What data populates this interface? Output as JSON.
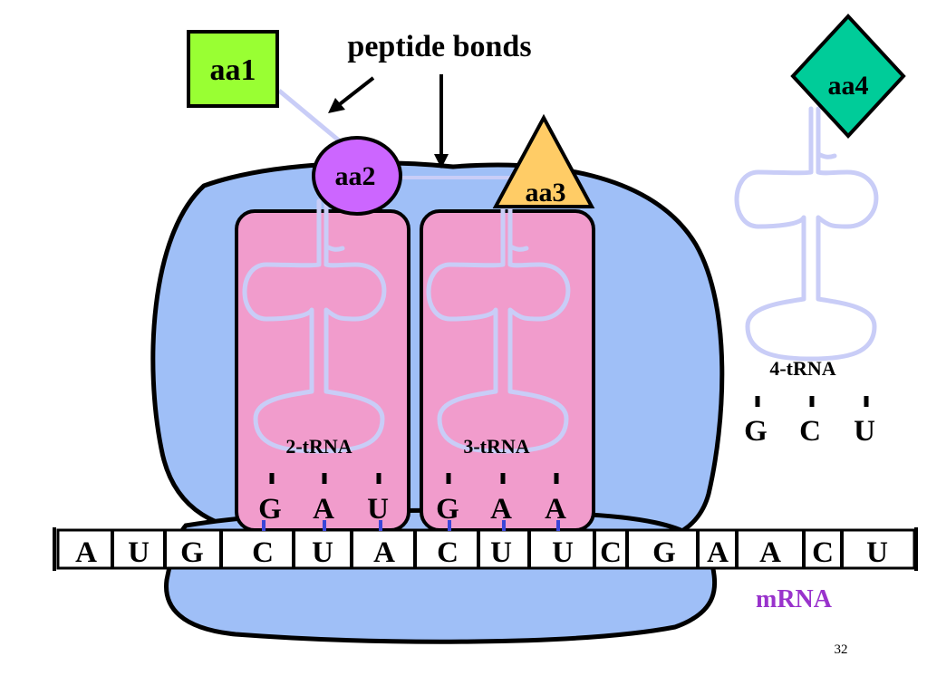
{
  "amino_acids": {
    "aa1": "aa1",
    "aa2": "aa2",
    "aa3": "aa3",
    "aa4": "aa4"
  },
  "title_label": "peptide bonds",
  "trna": {
    "t2": {
      "label": "2-tRNA",
      "anticodon": [
        "G",
        "A",
        "U"
      ]
    },
    "t3": {
      "label": "3-tRNA",
      "anticodon": [
        "G",
        "A",
        "A"
      ]
    },
    "t4": {
      "label": "4-tRNA",
      "anticodon": [
        "G",
        "C",
        "U"
      ]
    }
  },
  "mrna": {
    "label": "mRNA",
    "bases": [
      "A",
      "U",
      "G",
      "C",
      "U",
      "A",
      "C",
      "U",
      "U",
      "C",
      "G",
      "A",
      "A",
      "C",
      "U"
    ]
  },
  "page_number": "32",
  "colors": {
    "ribosome": "#9fbff7",
    "site": "#f19ccc",
    "trna_line": "#c9cdf7",
    "aa1": "#99ff33",
    "aa2": "#cc66ff",
    "aa3": "#ffcc66",
    "aa4": "#00cc99",
    "mrna_label": "#9933cc",
    "pair_line": "#3a46d8"
  }
}
